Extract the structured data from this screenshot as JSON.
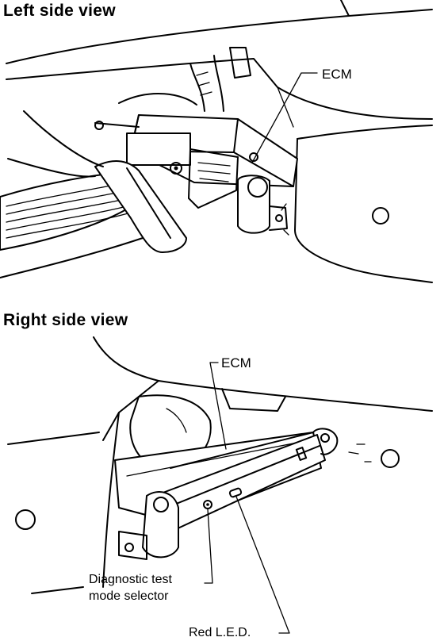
{
  "left_view": {
    "heading": "Left side view",
    "ecm_label": "ECM"
  },
  "right_view": {
    "heading": "Right side view",
    "ecm_label": "ECM",
    "selector_label_line1": "Diagnostic test",
    "selector_label_line2": "mode selector",
    "led_label": "Red L.E.D."
  },
  "icons": {
    "left": [
      "ecm-unit-icon",
      "accelerator-pedal-icon",
      "brake-pedal-icon",
      "wire-harness-icon"
    ],
    "right": [
      "ecm-unit-icon",
      "mounting-bracket-icon",
      "diagnostic-selector-icon",
      "red-led-icon"
    ]
  },
  "colors": {
    "ink": "#000000",
    "paper": "#ffffff"
  }
}
